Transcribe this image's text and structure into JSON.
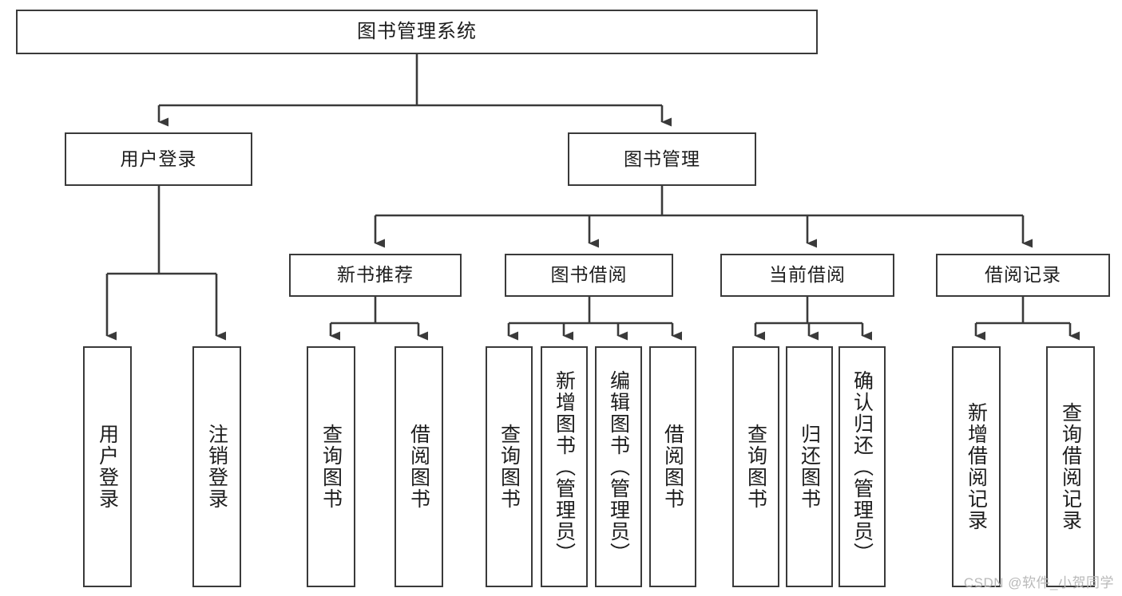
{
  "diagram": {
    "title": "图书管理系统",
    "type": "tree-structure-chart",
    "watermark": "CSDN @软件_小贺同学",
    "stroke_color": "#3a3a3a",
    "background_color": "#ffffff",
    "text_color": "#1d1d1d",
    "nodes": {
      "root": {
        "label": "图书管理系统"
      },
      "level2": [
        {
          "label": "用户登录"
        },
        {
          "label": "图书管理"
        }
      ],
      "level3": [
        {
          "label": "新书推荐"
        },
        {
          "label": "图书借阅"
        },
        {
          "label": "当前借阅"
        },
        {
          "label": "借阅记录"
        }
      ],
      "leaves_user_login": [
        {
          "label": "用户登录"
        },
        {
          "label": "注销登录"
        }
      ],
      "leaves_new_book": [
        {
          "label": "查询图书"
        },
        {
          "label": "借阅图书"
        }
      ],
      "leaves_borrow": [
        {
          "label": "查询图书"
        },
        {
          "label": "新增图书（管理员）"
        },
        {
          "label": "编辑图书（管理员）"
        },
        {
          "label": "借阅图书"
        }
      ],
      "leaves_current": [
        {
          "label": "查询图书"
        },
        {
          "label": "归还图书"
        },
        {
          "label": "确认归还（管理员）"
        }
      ],
      "leaves_records": [
        {
          "label": "新增借阅记录"
        },
        {
          "label": "查询借阅记录"
        }
      ]
    }
  }
}
